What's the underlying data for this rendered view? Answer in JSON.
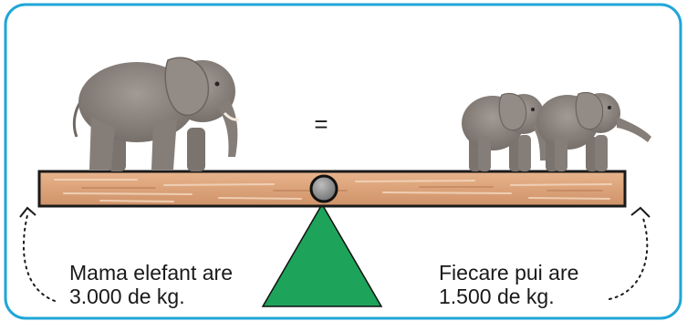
{
  "equation": {
    "symbol": "="
  },
  "left_caption": {
    "line1": "Mama elefant are",
    "line2": "3.000 de kg."
  },
  "right_caption": {
    "line1": "Fiecare pui are",
    "line2": "1.500 de kg."
  },
  "colors": {
    "frame_border": "#1fa6d8",
    "plank_wood": "#d9a27a",
    "plank_grain": "#f3d7be",
    "fulcrum_green": "#1ea35a",
    "pivot_grey": "#8c8c8c",
    "elephant_grey": "#8d8580"
  },
  "icons": {
    "mother": "adult-elephant-icon",
    "calves": "baby-elephant-icon"
  }
}
